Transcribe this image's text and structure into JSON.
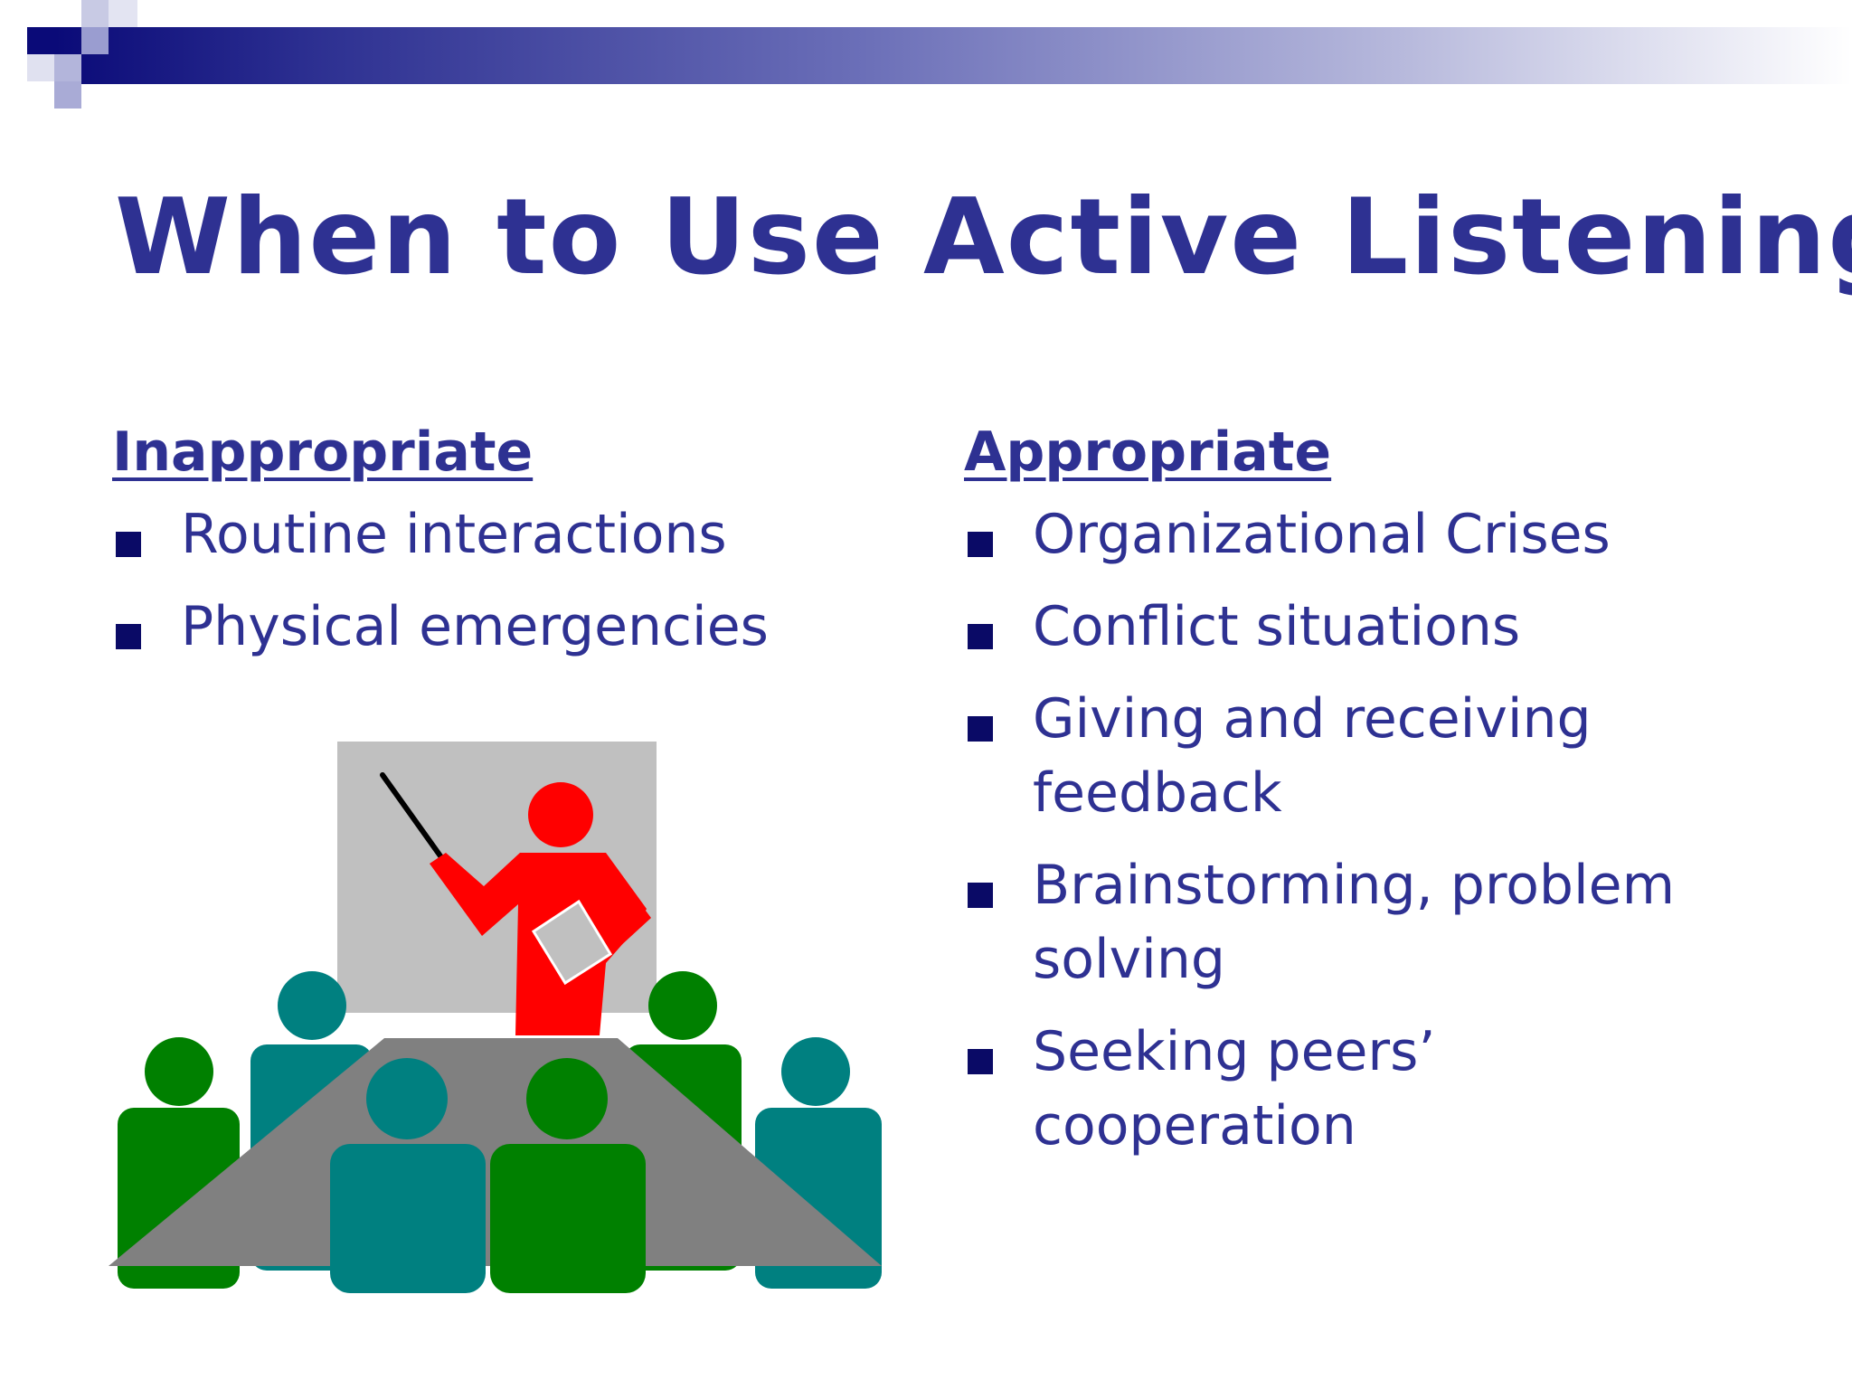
{
  "slide": {
    "title": "When to Use Active Listening",
    "accent_color": "#2e3192"
  },
  "columns": {
    "left": {
      "heading": "Inappropriate",
      "items": [
        "Routine interactions",
        "Physical emergencies"
      ]
    },
    "right": {
      "heading": "Appropriate",
      "items": [
        "Organizational Crises",
        "Conflict situations",
        "Giving and receiving feedback",
        "Brainstorming, problem solving",
        "Seeking peers’ cooperation"
      ]
    }
  },
  "illustration": {
    "icon": "presenter-meeting-clipart",
    "colors": {
      "presenter": "#ff0000",
      "board": "#c0c0c0",
      "table": "#808080",
      "teal": "#008080",
      "green": "#008000"
    }
  }
}
